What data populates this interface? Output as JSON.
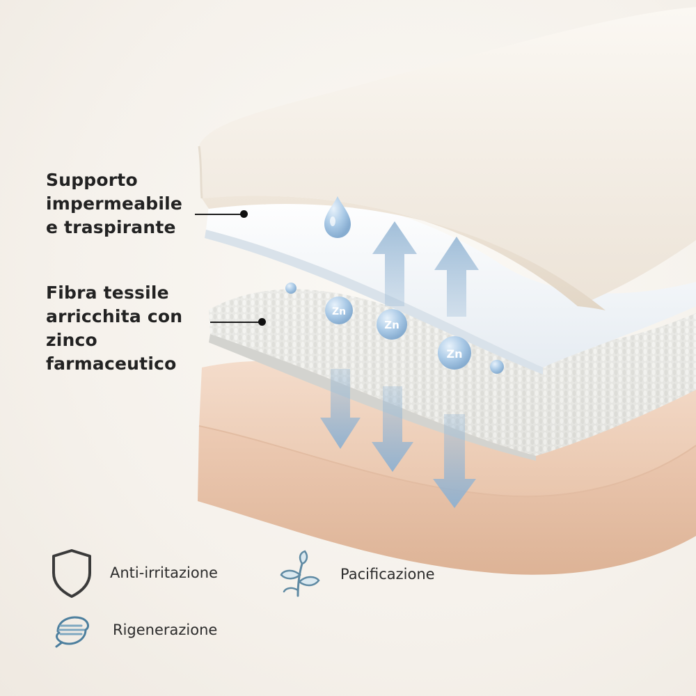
{
  "labels": {
    "layer_top": [
      "Supporto",
      "impermeabile",
      "e traspirante"
    ],
    "layer_fiber": [
      "Fibra tessile",
      "arricchita con",
      "zinco",
      "farmaceutico"
    ]
  },
  "zinc_symbol": "Zn",
  "benefits": [
    {
      "label": "Anti-irritazione",
      "icon": "shield-icon"
    },
    {
      "label": "Pacificazione",
      "icon": "leaf-sprig-icon"
    },
    {
      "label": "Rigenerazione",
      "icon": "regeneration-spiral-icon"
    }
  ],
  "colors": {
    "top_layer": "#f3ece3",
    "film_layer": "#f2f6fa",
    "fiber_layer": "#e9e9e6",
    "skin_layer": "#f0d4c0",
    "arrow": "#9bbad6",
    "text": "#222222"
  }
}
